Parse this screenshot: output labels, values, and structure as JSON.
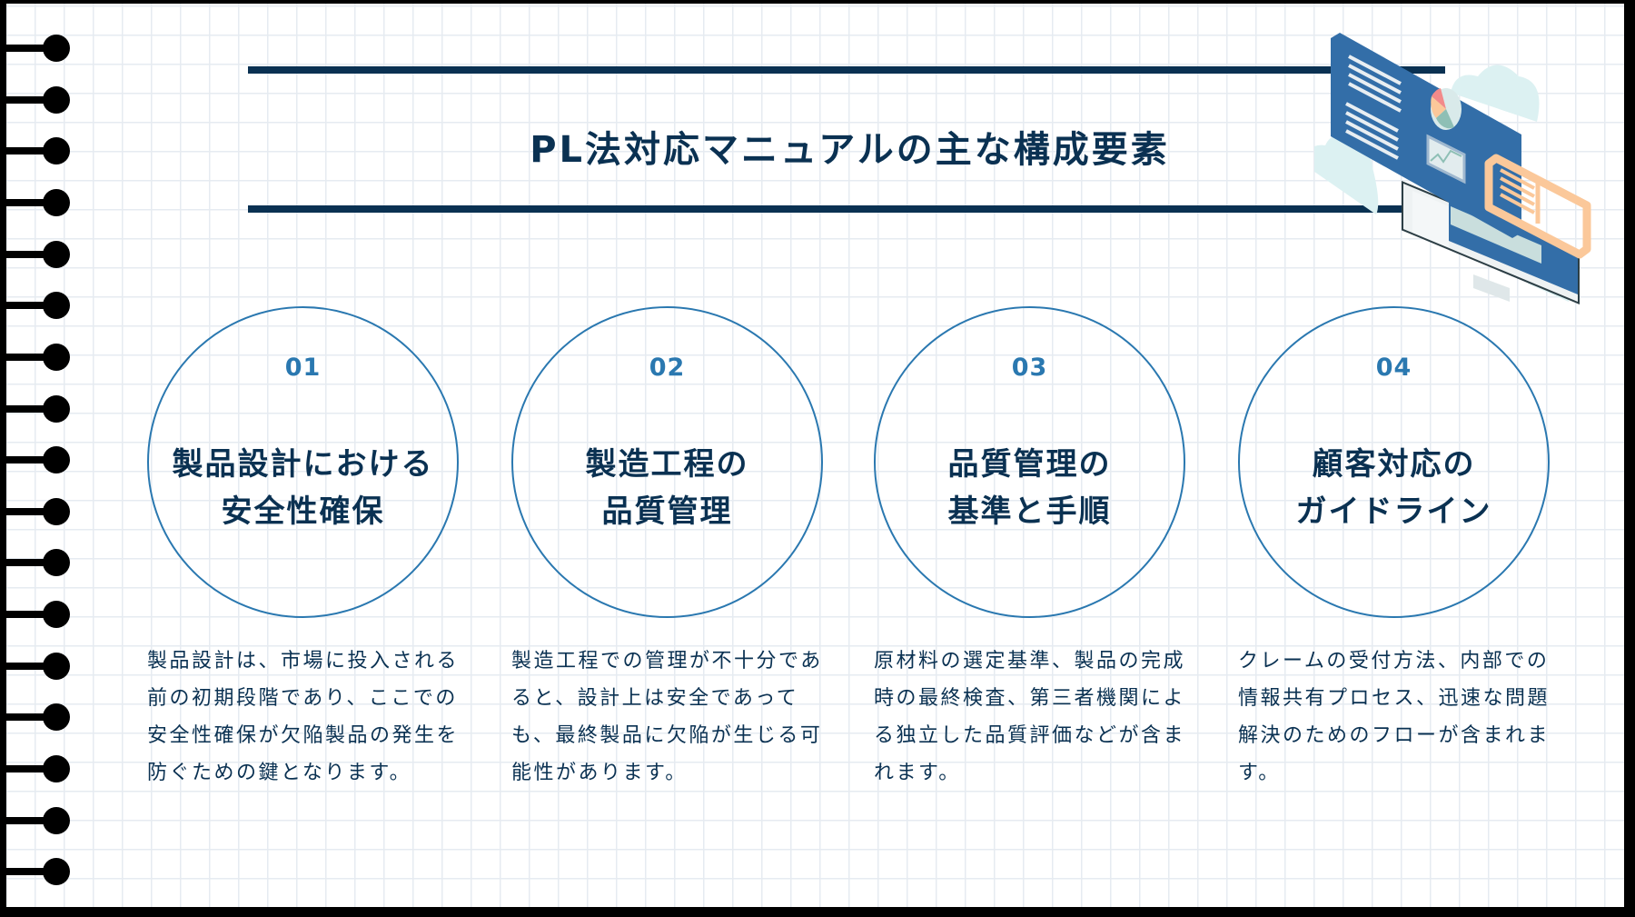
{
  "header": {
    "title": "PL法対応マニュアルの主な構成要素"
  },
  "cards": [
    {
      "number": "01",
      "title_line1": "製品設計における",
      "title_line2": "安全性確保",
      "description": "製品設計は、市場に投入される前の初期段階であり、ここでの安全性確保が欠陥製品の発生を防ぐための鍵となります。"
    },
    {
      "number": "02",
      "title_line1": "製造工程の",
      "title_line2": "品質管理",
      "description": "製造工程での管理が不十分であると、設計上は安全であっても、最終製品に欠陥が生じる可能性があります。"
    },
    {
      "number": "03",
      "title_line1": "品質管理の",
      "title_line2": "基準と手順",
      "description": "原材料の選定基準、製品の完成時の最終検査、第三者機関による独立した品質評価などが含まれます。"
    },
    {
      "number": "04",
      "title_line1": "顧客対応の",
      "title_line2": "ガイドライン",
      "description": "クレームの受付方法、内部での情報共有プロセス、迅速な問題解決のためのフローが含まれます。"
    }
  ],
  "colors": {
    "navy": "#0a3152",
    "accent_blue": "#2a78b0",
    "illustration_blue": "#336ea8",
    "illustration_orange": "#fbc89a",
    "cloud": "#dcf1f2",
    "grid": "#e6ebf1"
  }
}
